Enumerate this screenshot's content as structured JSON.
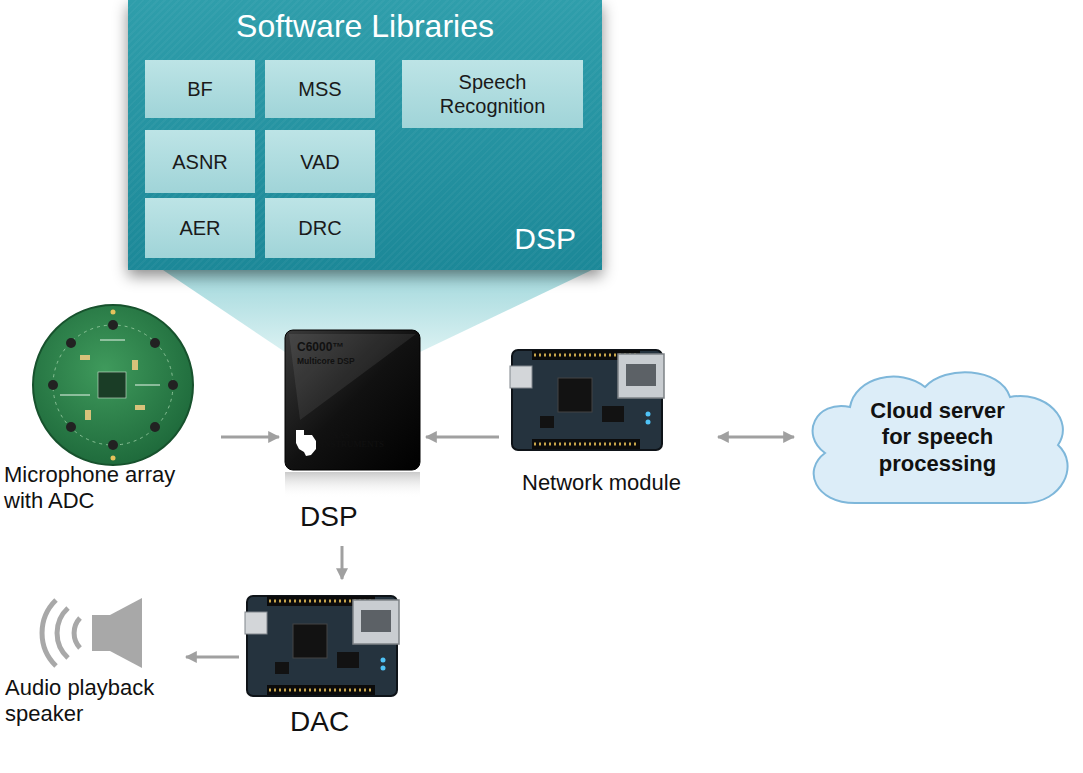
{
  "diagram": {
    "nodes": [
      {
        "text": [
          "Software Libraries",
          "DSP"
        ]
      },
      {
        "text": [
          "BF"
        ],
        "in": 0
      },
      {
        "text": [
          "MSS"
        ],
        "in": 0
      },
      {
        "text": [
          "Speech Recognition"
        ],
        "in": 0
      },
      {
        "text": [
          "ASNR"
        ],
        "in": 0
      },
      {
        "text": [
          "VAD"
        ],
        "in": 0
      },
      {
        "text": [
          "AER"
        ],
        "in": 0
      },
      {
        "text": [
          "DRC"
        ],
        "in": 0
      },
      {
        "text": [
          "Microphone array with ADC"
        ]
      },
      {
        "text": [
          "C6000™",
          "Multicore DSP",
          "TEXAS INSTRUMENTS",
          "DSP"
        ]
      },
      {
        "text": [
          "Network module"
        ]
      },
      {
        "text": [
          "Cloud server for speech processing"
        ]
      },
      {
        "text": [
          "DAC"
        ]
      },
      {
        "text": [
          "Audio playback speaker"
        ]
      }
    ],
    "edges": [
      {
        "from": 8,
        "to": 9,
        "arrow": "to"
      },
      {
        "from": 10,
        "to": 9,
        "arrow": "to"
      },
      {
        "from": 10,
        "to": 11,
        "arrow": "both"
      },
      {
        "from": 9,
        "to": 12,
        "arrow": "to"
      },
      {
        "from": 12,
        "to": 13,
        "arrow": "to"
      }
    ]
  }
}
